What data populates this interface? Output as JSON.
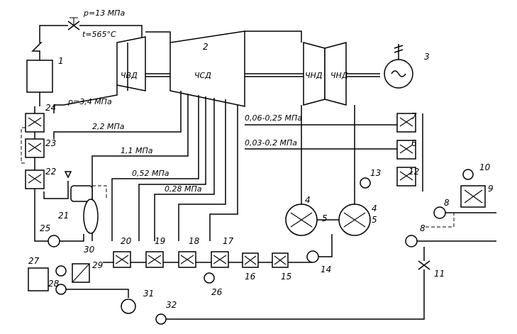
{
  "params": {
    "p_main": "p=13 МПа",
    "t_main": "t=565°С",
    "p_reheat": "p=3,4 МПа",
    "p_2_2": "2,2 МПа",
    "p_1_1": "1,1 МПа",
    "p_052": "0,52 МПа",
    "p_028": "0,28 МПа",
    "p_006": "0,06-0,25 МПа",
    "p_003": "0,03-0,2 МПа"
  },
  "cylinders": {
    "hp": "ЧВД",
    "ip": "ЧСД",
    "lp1": "ЧНД",
    "lp2": "ЧНД"
  },
  "numbers": [
    "1",
    "2",
    "3",
    "4",
    "4",
    "5",
    "5",
    "6",
    "7",
    "8",
    "8",
    "9",
    "10",
    "11",
    "12",
    "13",
    "14",
    "15",
    "16",
    "17",
    "18",
    "19",
    "20",
    "21",
    "22",
    "23",
    "24",
    "25",
    "26",
    "27",
    "28",
    "29",
    "30",
    "31",
    "32"
  ]
}
